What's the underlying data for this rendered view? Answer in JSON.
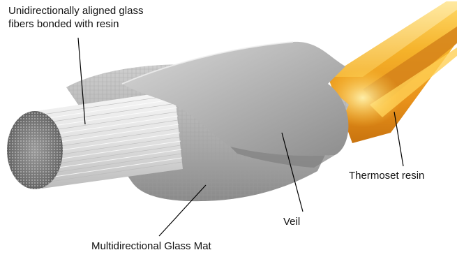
{
  "labels": {
    "fibers_line1": "Unidirectionally aligned glass",
    "fibers_line2": "fibers bonded with resin",
    "thermoset": "Thermoset resin",
    "veil": "Veil",
    "mat": "Multidirectional Glass Mat"
  },
  "colors": {
    "background": "#ffffff",
    "profile_orange": "#f2a21a",
    "profile_yellow": "#ffd24a",
    "veil_gray": "#bdbdbd",
    "mat_gray": "#a9a9a9",
    "fiber_white": "#ececec",
    "leader_line": "#000000"
  }
}
